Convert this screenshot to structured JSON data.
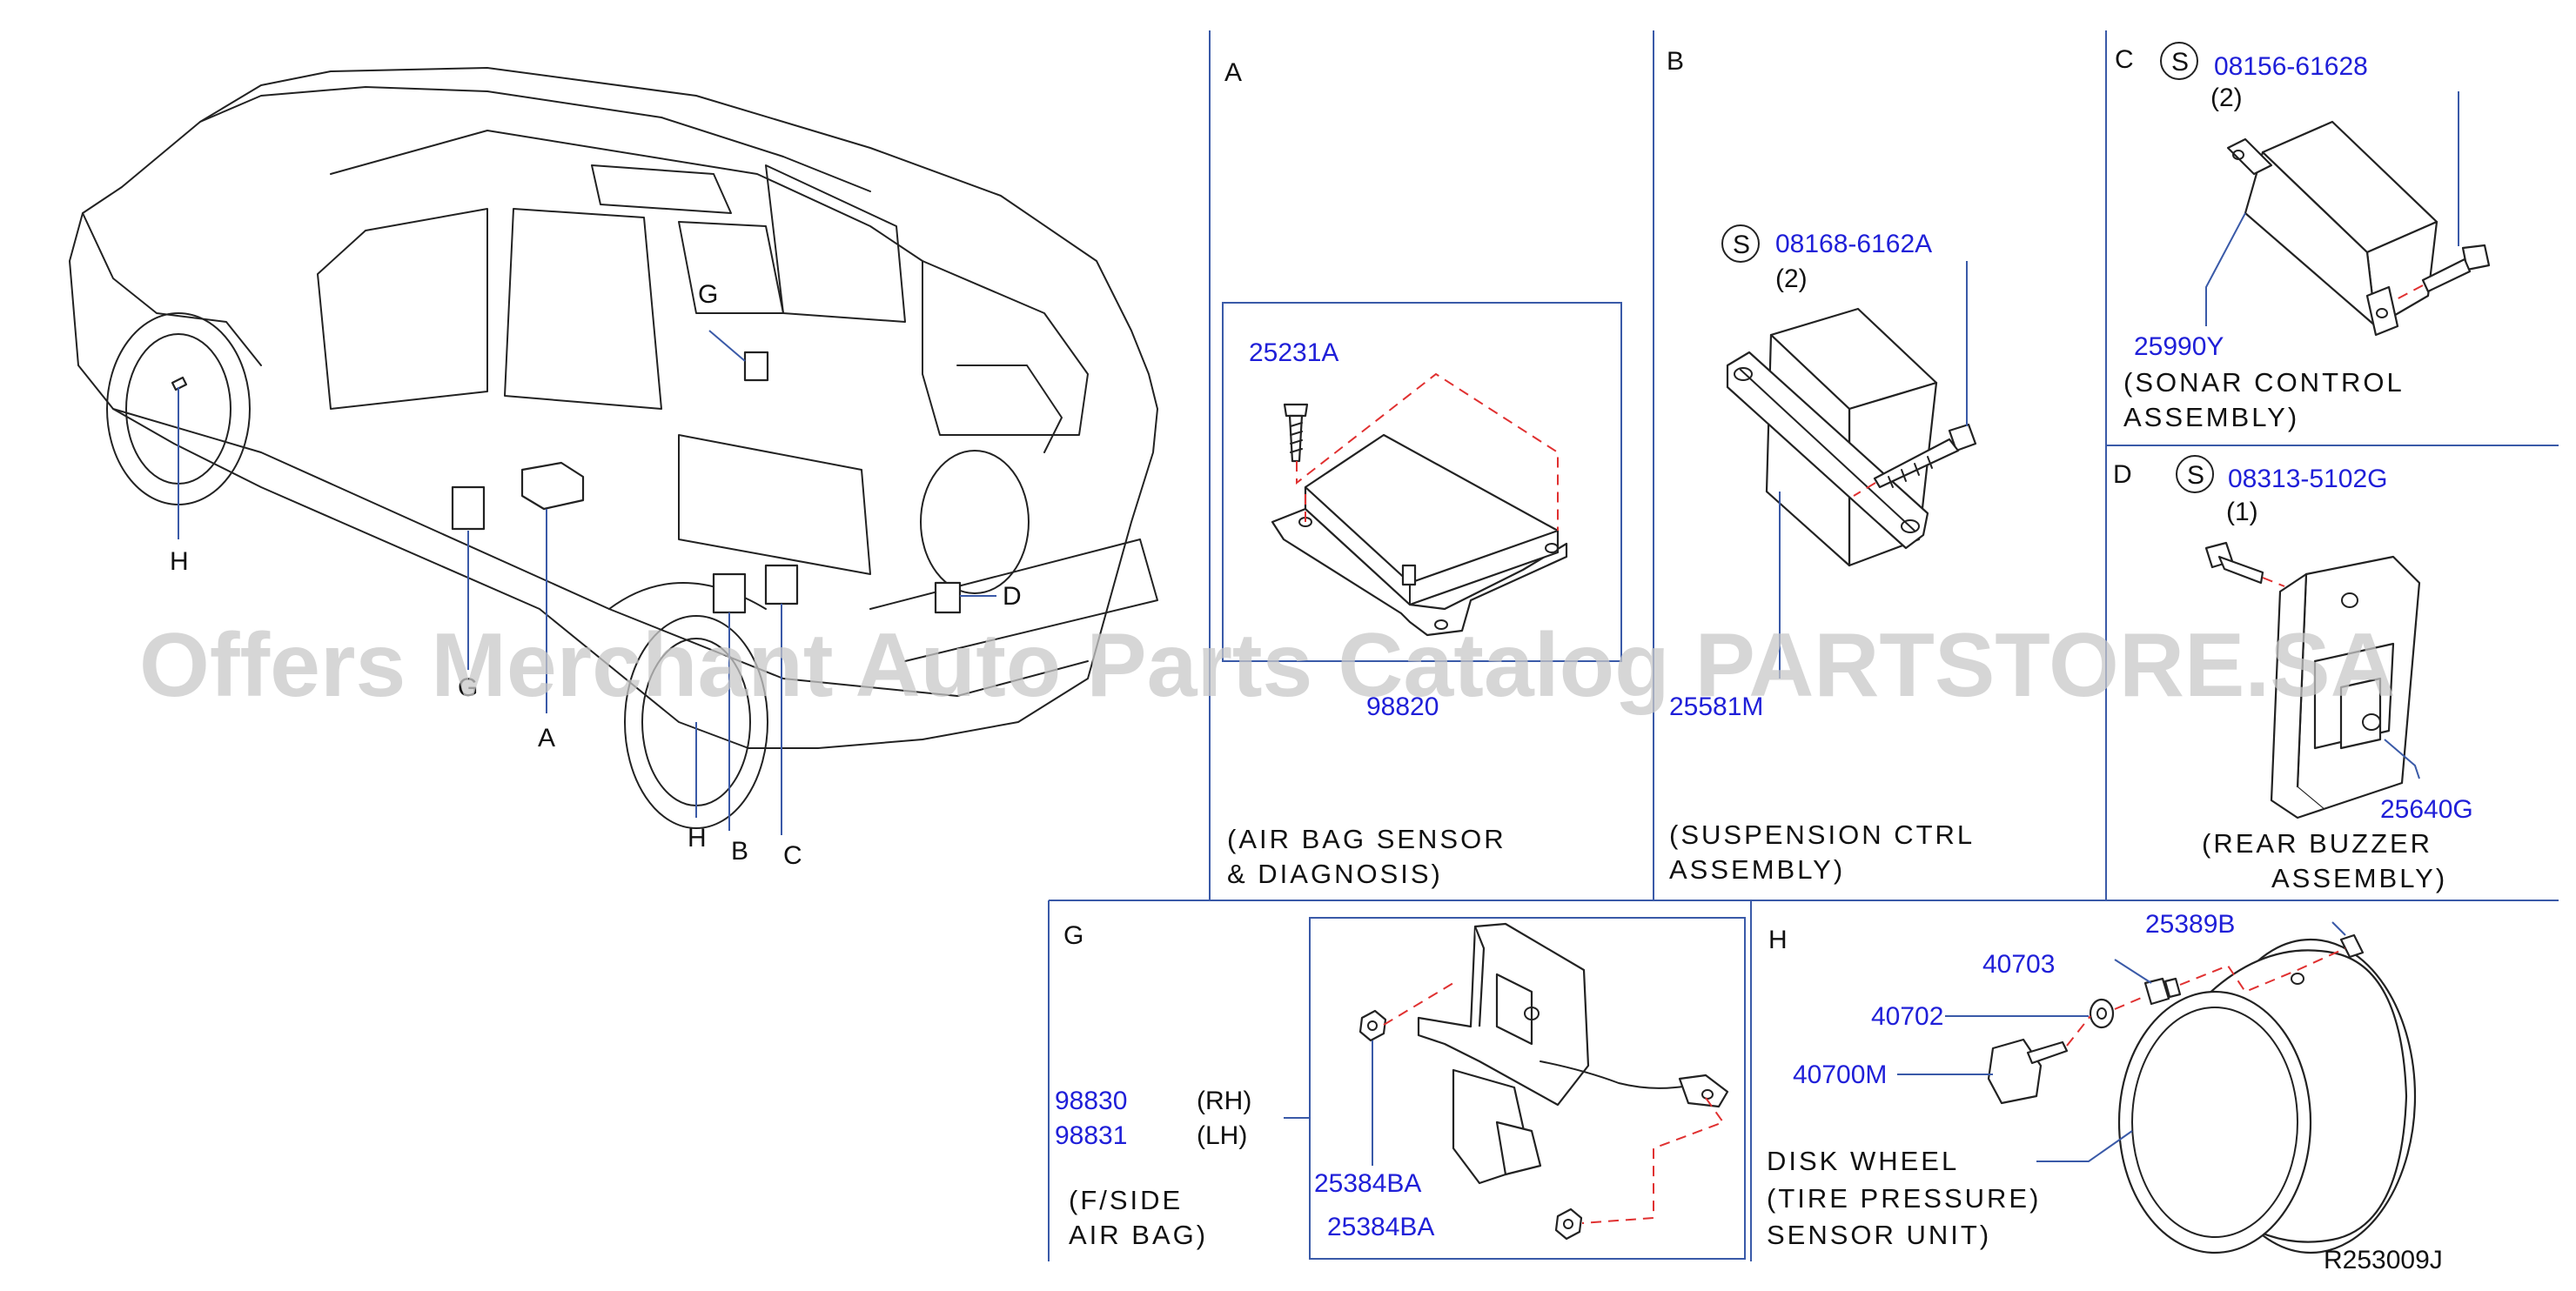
{
  "watermark": "Offers Merchant Auto Parts Catalog PARTSTORE.SA",
  "drawing_number": "R253009J",
  "vehicle_callouts": [
    "G",
    "H",
    "G",
    "A",
    "D",
    "H",
    "B",
    "C"
  ],
  "sections": {
    "A": {
      "letter": "A",
      "parts": [
        "25231A",
        "98820"
      ],
      "description": [
        "(AIR  BAG  SENSOR",
        "&  DIAGNOSIS)"
      ]
    },
    "B": {
      "letter": "B",
      "symbol": "S",
      "bolt": "08168-6162A",
      "qty": "(2)",
      "part": "25581M",
      "description": [
        "(SUSPENSION  CTRL",
        "ASSEMBLY)"
      ]
    },
    "C": {
      "letter": "C",
      "symbol": "S",
      "bolt": "08156-61628",
      "qty": "(2)",
      "part": "25990Y",
      "description": [
        "(SONAR  CONTROL",
        "ASSEMBLY)"
      ]
    },
    "D": {
      "letter": "D",
      "symbol": "S",
      "bolt": "08313-5102G",
      "qty": "(1)",
      "part": "25640G",
      "description": [
        "(REAR  BUZZER",
        "ASSEMBLY)"
      ]
    },
    "G": {
      "letter": "G",
      "parts": [
        {
          "number": "98830",
          "side": "(RH)"
        },
        {
          "number": "98831",
          "side": "(LH)"
        }
      ],
      "nuts": [
        "25384BA",
        "25384BA"
      ],
      "description": [
        "(F/SIDE",
        "AIR  BAG)"
      ]
    },
    "H": {
      "letter": "H",
      "parts": [
        "25389B",
        "40703",
        "40702",
        "40700M"
      ],
      "description": [
        "DISK  WHEEL",
        "(TIRE  PRESSURE)",
        "SENSOR  UNIT)"
      ]
    }
  }
}
